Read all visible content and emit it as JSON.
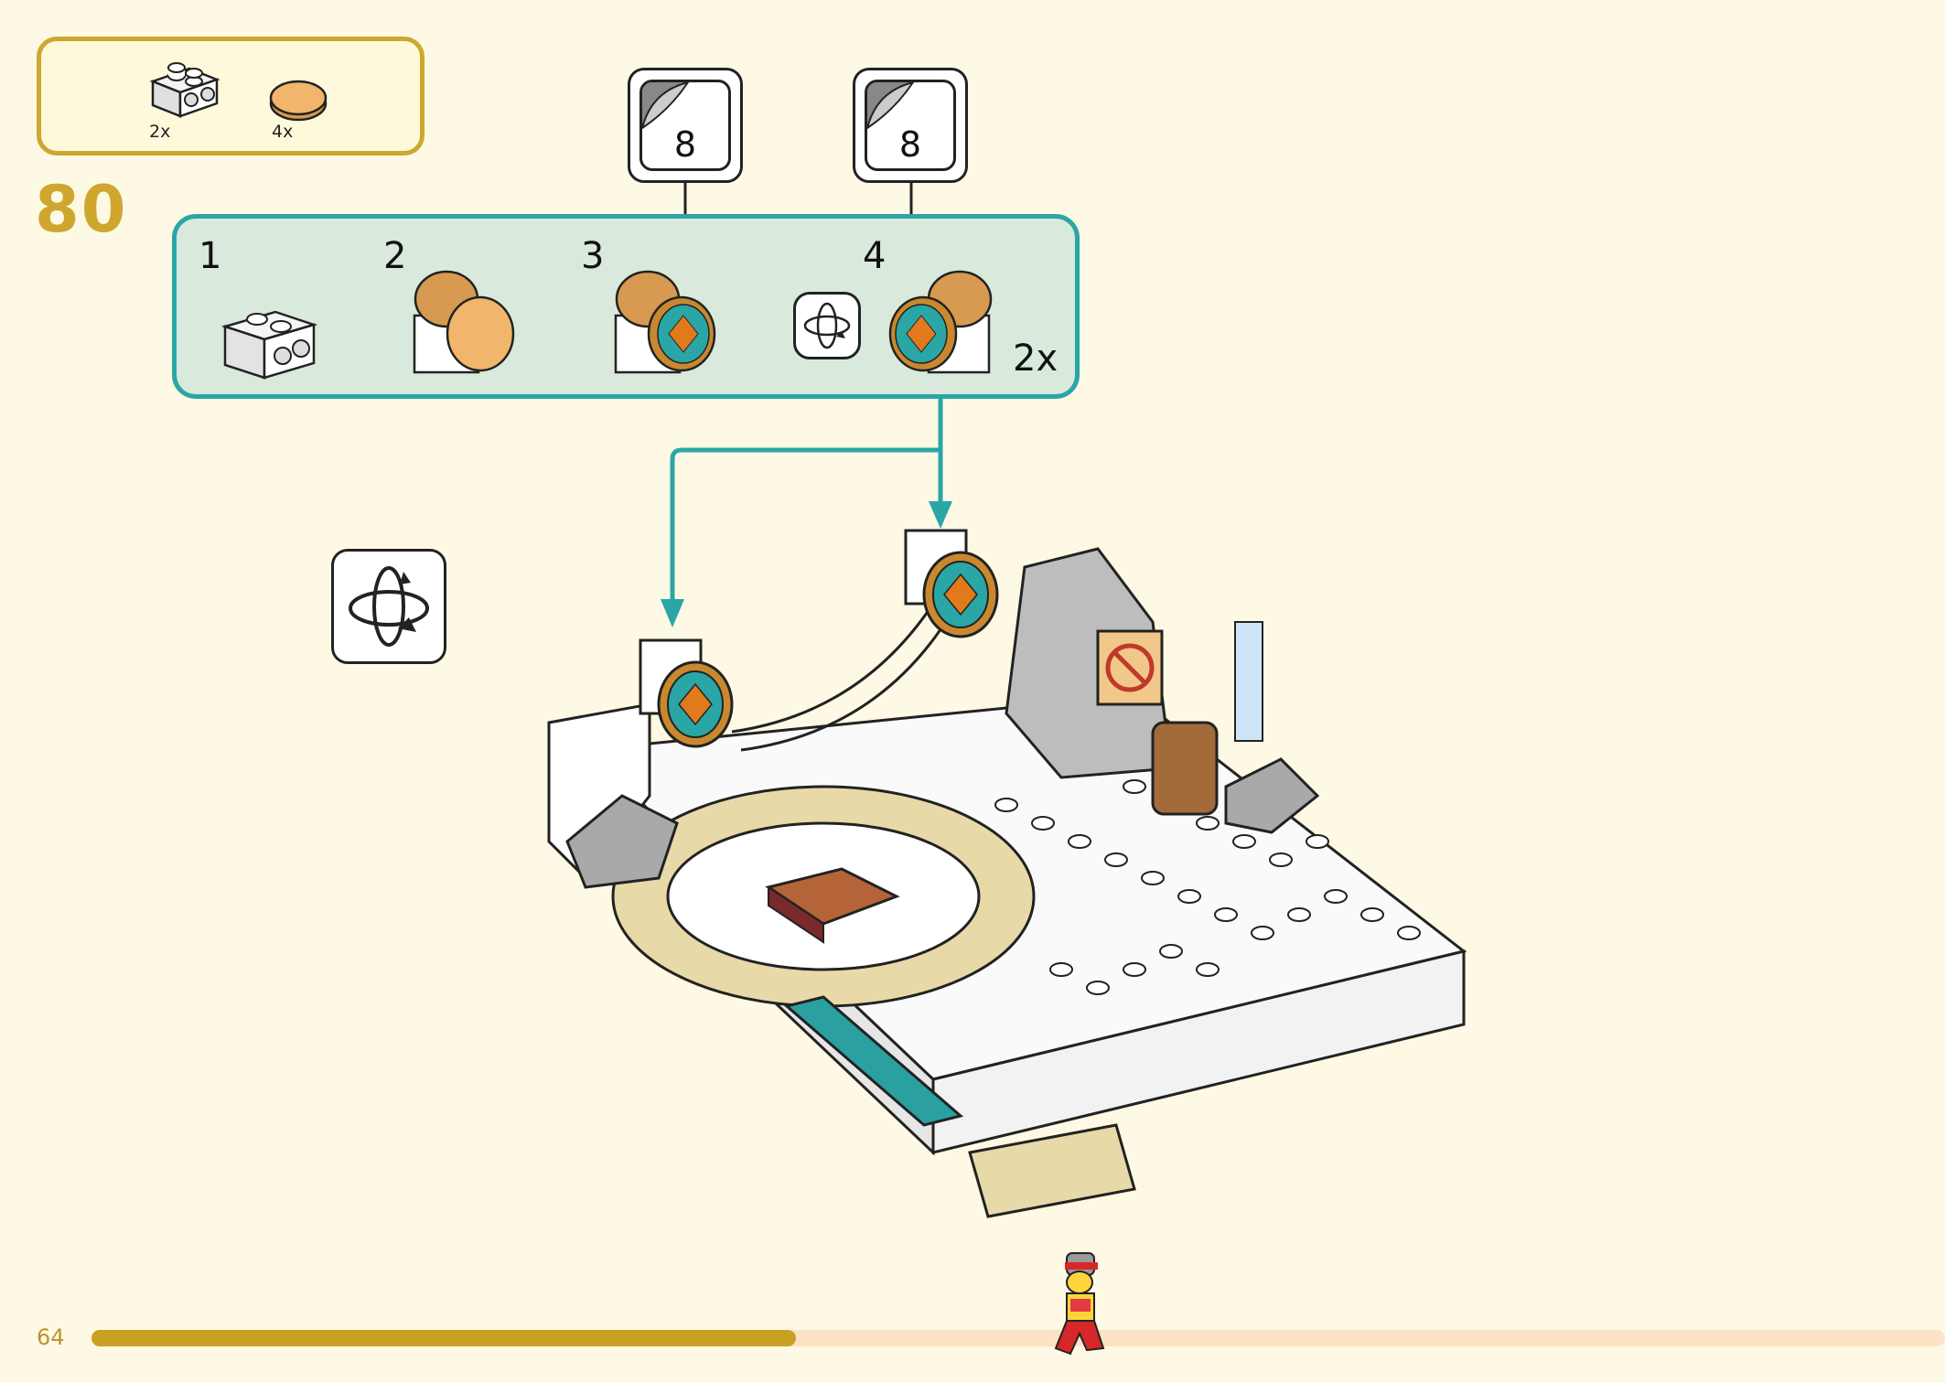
{
  "parts": [
    {
      "name": "brick-1x2-with-studs-on-side",
      "count": "2x",
      "color": "#ffffff"
    },
    {
      "name": "round-tile-2x2",
      "count": "4x",
      "color": "#f1b56b"
    }
  ],
  "step": {
    "number": "80"
  },
  "sub_assembly": {
    "steps": [
      "1",
      "2",
      "3",
      "4"
    ],
    "multiplier": "2x"
  },
  "stickers": [
    {
      "number": "8"
    },
    {
      "number": "8"
    }
  ],
  "page": {
    "number": "64",
    "progress": 0.38
  },
  "colors": {
    "accent_gold": "#cfa72e",
    "teal": "#2aa6a6",
    "sub_bg": "#d9e9dc",
    "page_bg": "#fdf9e4",
    "progress_fill": "#c9a021",
    "progress_track": "#fde3c4"
  },
  "icons": [
    "rotate-model-icon",
    "rotate-assembly-icon",
    "sticker-icon"
  ]
}
